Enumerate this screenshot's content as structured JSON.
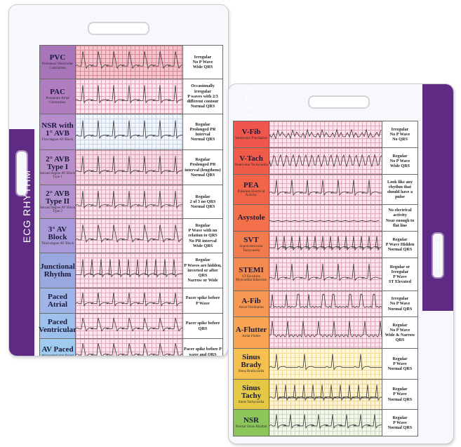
{
  "left_card": {
    "band_text": "ECG RHYTHM",
    "rows": [
      {
        "name": "PVC",
        "sub": "Premature Ventricular Contraction",
        "desc": "Irregular\nNo P Wave\nWide QRS",
        "label_color": "#a676b8",
        "strip_color": "#f2c6cf",
        "grid_color": "#d88a98",
        "wave": "pvc"
      },
      {
        "name": "PAC",
        "sub": "Premature Atrial Contraction",
        "desc": "Occasionally irregular\nP waves with 2/3 different contour\nNormal QRS",
        "label_color": "#b07dc0",
        "strip_color": "#fbe9ef",
        "grid_color": "#e5a3b5",
        "wave": "pac"
      },
      {
        "name": "NSR with 1° AVB",
        "sub": "First degree AV Block",
        "desc": "Regular\nProlonged PR Interval\nNormal QRS",
        "label_color": "#b58dcc",
        "strip_color": "#f3f6fb",
        "grid_color": "#c9d3e3",
        "wave": "avb1"
      },
      {
        "name": "2° AVB Type I",
        "sub": "Second degree AV Block Type 1",
        "desc": "Regular\nProlonged PR interval (lengthens)\nNormal QRS",
        "label_color": "#b88ec9",
        "strip_color": "#f5dde5",
        "grid_color": "#dca3b4",
        "wave": "avb2a"
      },
      {
        "name": "2° AVB Type II",
        "sub": "Second degree AV Block Type 2",
        "desc": "Regular\n2 of 3 no QRS\nNormal QRS",
        "label_color": "#b293ce",
        "strip_color": "#f7e3ea",
        "grid_color": "#dda7b9",
        "wave": "avb2b"
      },
      {
        "name": "3° AV Block",
        "sub": "Third degree AV Block",
        "desc": "Regular\nP Wave with no relation to QRS\nNo PR interval\nWide QRS",
        "label_color": "#a89ad8",
        "strip_color": "#f9e6ec",
        "grid_color": "#dfa9ba",
        "wave": "avb3"
      },
      {
        "name": "Junctional Rhythm",
        "sub": "",
        "desc": "Regular\nP Waves are hidden, inverted or after QRS\nNarrow or Wide",
        "label_color": "#9aa8e0",
        "strip_color": "#fbe7ed",
        "grid_color": "#e0a9bb",
        "wave": "junc"
      },
      {
        "name": "Paced Atrial",
        "sub": "",
        "desc": "Pacer spike before\nP Wave",
        "label_color": "#9fb5e8",
        "strip_color": "#fce8ee",
        "grid_color": "#e3abbd",
        "wave": "pacea"
      },
      {
        "name": "Paced Ventricular",
        "sub": "",
        "desc": "Pacer spike before\nQRS",
        "label_color": "#9ec0ec",
        "strip_color": "#fce8ee",
        "grid_color": "#e3abbd",
        "wave": "pacev"
      },
      {
        "name": "AV Paced",
        "sub": "Atrioventricular Paced",
        "desc": "Pacer spike before P wave and QRS",
        "label_color": "#9fcbee",
        "strip_color": "#fae6ec",
        "grid_color": "#e1a9bb",
        "wave": "paceav"
      }
    ]
  },
  "right_card": {
    "band_text": "ECG RHYTHM",
    "rows": [
      {
        "name": "V-Fib",
        "sub": "Ventricular Fibrillation",
        "desc": "Irregular\nNo P Wave\nNo QRS",
        "label_color": "#f0564b",
        "strip_color": "#fbe6ec",
        "grid_color": "#e2a8ba",
        "wave": "vfib"
      },
      {
        "name": "V-Tach",
        "sub": "Ventricular Tachycardia",
        "desc": "Regular\nNo P Wave\nWide QRS",
        "label_color": "#f05a48",
        "strip_color": "#fbe6ec",
        "grid_color": "#e2a8ba",
        "wave": "vtach"
      },
      {
        "name": "PEA",
        "sub": "Pulseless Electrical Activity",
        "desc": "Look like any rhythm that should have a pulse",
        "label_color": "#f26448",
        "strip_color": "#fbe6ec",
        "grid_color": "#e2a8ba",
        "wave": "pea"
      },
      {
        "name": "Asystole",
        "sub": "",
        "desc": "No electrical activity\nNear enough to flat line",
        "label_color": "#f4704a",
        "strip_color": "#fbe6ec",
        "grid_color": "#e2a8ba",
        "wave": "asys"
      },
      {
        "name": "SVT",
        "sub": "Supraventricular Tachycardia",
        "desc": "Regular\nP Wave Hidden\nNormal QRS",
        "label_color": "#f47c4c",
        "strip_color": "#fbe6ec",
        "grid_color": "#e2a8ba",
        "wave": "svt"
      },
      {
        "name": "STEMI",
        "sub": "ST Elevation Myocardial Infarction",
        "desc": "Regular or Irregular\nP Wave\nST Elevated",
        "label_color": "#f58a4f",
        "strip_color": "#fbe6ec",
        "grid_color": "#e2a8ba",
        "wave": "stemi"
      },
      {
        "name": "A-Fib",
        "sub": "Atrial Fibrillation",
        "desc": "Irregular\nNo P Wave\nNormal QRS",
        "label_color": "#f79852",
        "strip_color": "#fbe6ec",
        "grid_color": "#e2a8ba",
        "wave": "afib"
      },
      {
        "name": "A-Flutter",
        "sub": "Atrial Flutter",
        "desc": "Regular\nNo P Wave\nWide & Narrow QRS",
        "label_color": "#f8a451",
        "strip_color": "#fbe6ec",
        "grid_color": "#e2a8ba",
        "wave": "aflut"
      },
      {
        "name": "Sinus Brady",
        "sub": "Sinus Bradycardia",
        "desc": "Regular\nP Wave\nNormal QRS",
        "label_color": "#f6c04f",
        "strip_color": "#fff8dd",
        "grid_color": "#eedc9a",
        "wave": "brady"
      },
      {
        "name": "Sinus Tachy",
        "sub": "Sinus Tachycardia",
        "desc": "Regular\nP Wave\nNormal QRS",
        "label_color": "#e5c845",
        "strip_color": "#fdf3da",
        "grid_color": "#e8d594",
        "wave": "tachy"
      },
      {
        "name": "NSR",
        "sub": "Normal Sinus Rhythm",
        "desc": "Regular\nP Wave\nNormal QRS",
        "label_color": "#8cc65a",
        "strip_color": "#f3f7ee",
        "grid_color": "#c9d8bb",
        "wave": "nsr"
      }
    ]
  }
}
